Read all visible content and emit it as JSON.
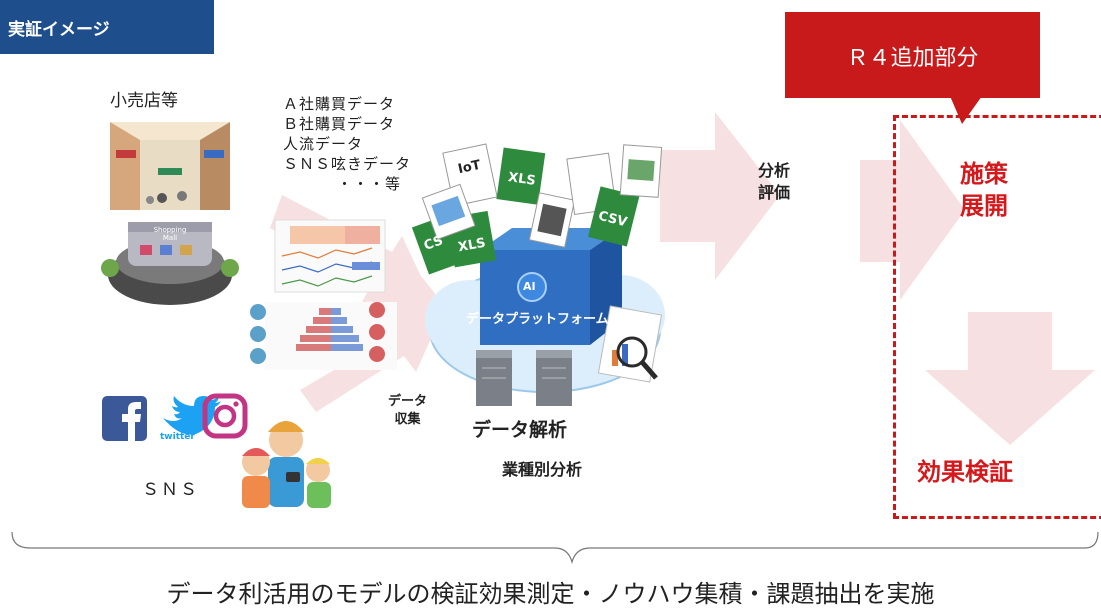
{
  "header": {
    "title": "実証イメージ"
  },
  "callout": {
    "label": "Ｒ４追加部分"
  },
  "sources": {
    "retail": "小売店等",
    "sns": "ＳＮＳ",
    "data_items": [
      "Ａ社購買データ",
      "Ｂ社購買データ",
      "人流データ",
      "ＳＮＳ呟きデータ",
      "・・・等"
    ]
  },
  "mall_sign": "Shopping Mall",
  "sns_icons": {
    "twitter_text": "twitter"
  },
  "collection": {
    "line1": "データ",
    "line2": "収集"
  },
  "platform": {
    "ai_badge": "AI",
    "name": "データプラットフォーム",
    "files": [
      "IoT",
      "XLS",
      "CSV",
      "CS",
      "XLS"
    ]
  },
  "analysis": {
    "title": "データ解析",
    "subtitle": "業種別分析"
  },
  "evaluation": {
    "line1": "分析",
    "line2": "評価"
  },
  "measures": {
    "line1": "施策",
    "line2": "展開"
  },
  "verification": "効果検証",
  "footer": "データ利活用のモデルの検証効果測定・ノウハウ集積・課題抽出を実施",
  "colors": {
    "header_bg": "#1f4e8c",
    "accent_red": "#c8191b",
    "arrow_pink": "#f3d6d7"
  }
}
